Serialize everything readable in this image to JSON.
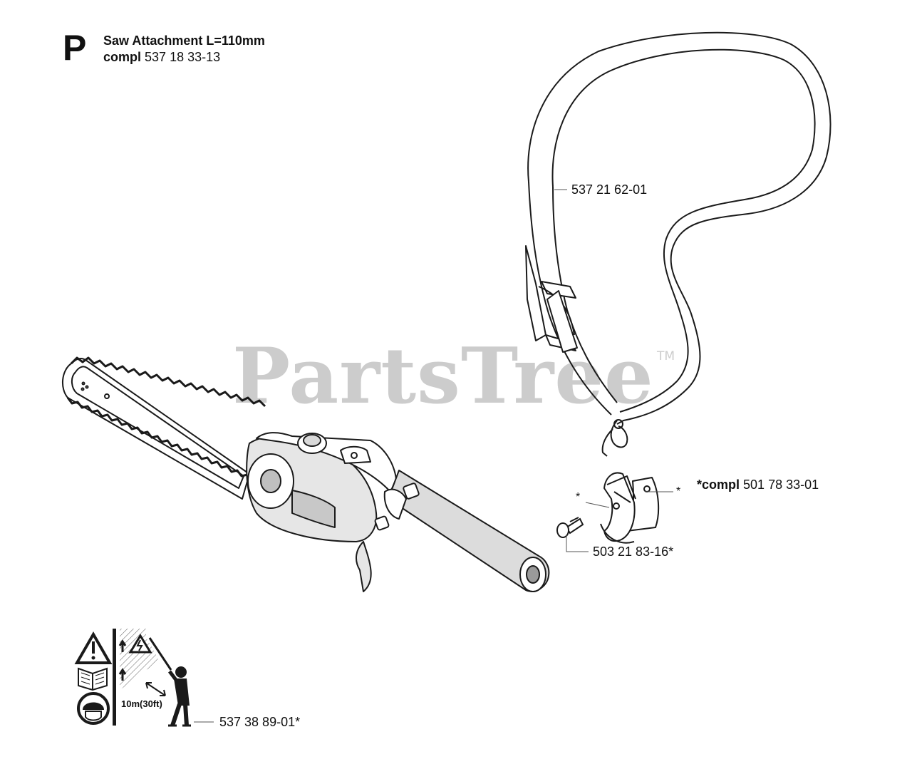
{
  "header": {
    "section_letter": "P",
    "title": "Saw Attachment L=110mm",
    "compl_label": "compl",
    "compl_number": "537 18 33-13"
  },
  "callouts": {
    "strap": "537 21 62-01",
    "clamp_kit_prefix": "*compl",
    "clamp_kit_number": "501 78 33-01",
    "clamp_left_star": "*",
    "clamp_right_star": "*",
    "screw": "503 21 83-16*",
    "decal": "537 38 89-01*"
  },
  "decal": {
    "distance_text": "10m(30ft)"
  },
  "watermark": {
    "text": "PartsTree",
    "trademark": "TM"
  },
  "colors": {
    "line": "#1a1a1a",
    "fill_gray": "#d9d9d9",
    "watermark": "#cccccc"
  }
}
